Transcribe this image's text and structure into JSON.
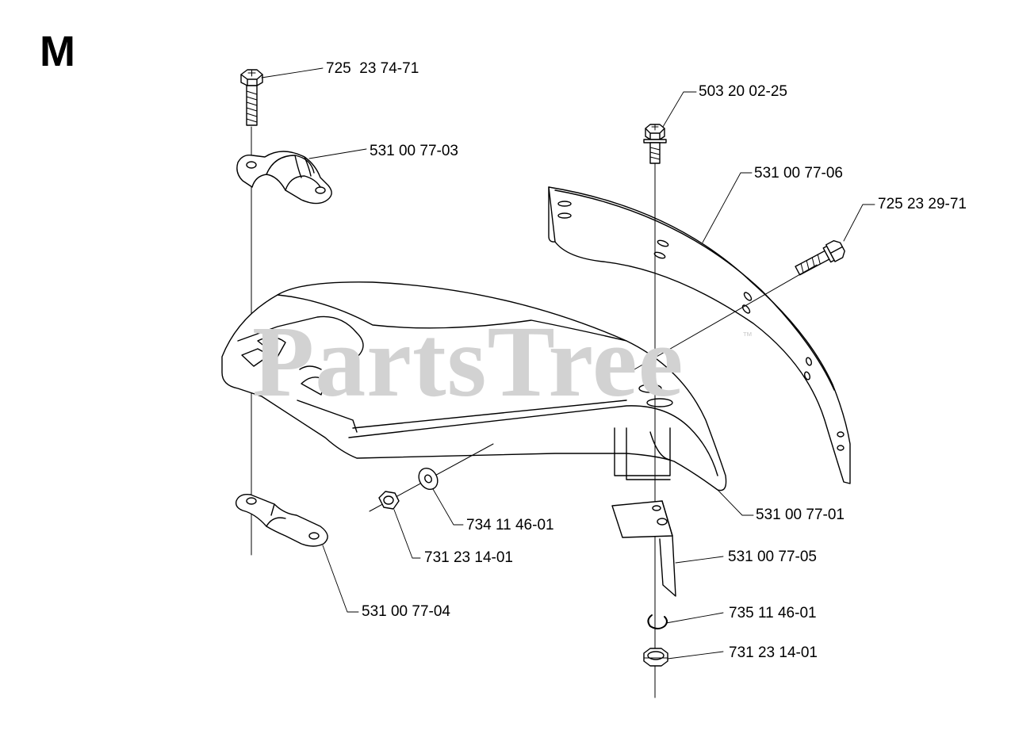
{
  "section_letter": "M",
  "watermark": {
    "text": "PartsTree",
    "trademark": "™"
  },
  "callouts": {
    "c1": "725  23 74-71",
    "c2": "531 00 77-03",
    "c3": "503 20 02-25",
    "c4": "531 00 77-06",
    "c5": "725 23 29-71",
    "c6": "734 11 46-01",
    "c7": "731 23 14-01",
    "c8": "531 00 77-04",
    "c9": "531 00 77-01",
    "c10": "531 00 77-05",
    "c11": "735 11 46-01",
    "c12": "731 23 14-01"
  }
}
